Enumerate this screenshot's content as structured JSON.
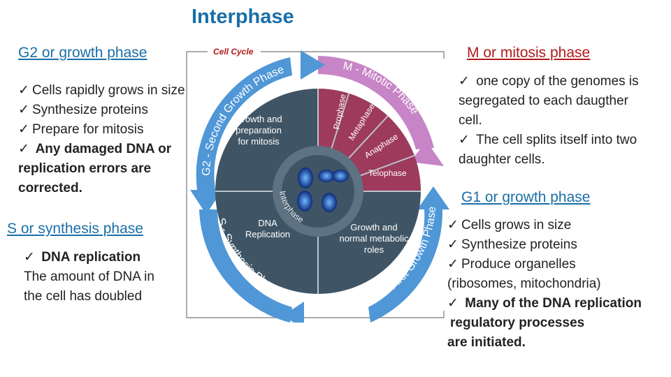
{
  "title": "Interphase",
  "g2": {
    "heading": "G2 or growth phase",
    "items": [
      "Cells rapidly grows in size",
      "Synthesize proteins",
      "Prepare for mitosis",
      "Any damaged DNA or"
    ],
    "cont": [
      "replication errors are",
      "corrected."
    ]
  },
  "s": {
    "heading": "S or synthesis phase",
    "item": "DNA replication",
    "text": [
      "The amount of DNA in",
      "the cell has doubled"
    ]
  },
  "m": {
    "heading": "M or mitosis phase",
    "item1": [
      "one copy of the genomes is",
      "segregated to each daugther",
      "cell."
    ],
    "item2": [
      "The cell splits itself into two",
      "daughter cells."
    ]
  },
  "g1": {
    "heading": "G1 or growth phase",
    "items": [
      "Cells grows in size",
      "Synthesize proteins",
      "Produce organelles"
    ],
    "paren": "(ribosomes, mitochondria)",
    "item4": "Many of the DNA replication",
    "cont": [
      "regulatory processes",
      "are initiated."
    ]
  },
  "diagram": {
    "label": "Cell Cycle",
    "outer": {
      "g2": "G2 - Second Growth Phase",
      "m": "M - Mitotic Phase",
      "g1": "G1 - First Growth Phase",
      "s": "S - Synthesis Phase"
    },
    "quad": {
      "g2": [
        "Growth and",
        "preparation",
        "for mitosis"
      ],
      "s": [
        "DNA",
        "Replication"
      ],
      "g1": [
        "Growth and",
        "normal metabolic",
        "roles"
      ]
    },
    "mitosis": [
      "Prophase",
      "Metaphase",
      "Anaphase",
      "Telophase"
    ],
    "interphase": "Interphase"
  },
  "colors": {
    "title": "#1a6fa8",
    "mheading": "#b11a1a",
    "outer_arrow": "#4f97d6",
    "mitotic_arrow": "#c784c6",
    "inner": "#3f5566",
    "mitotic_sector": "#9e3a5c"
  }
}
